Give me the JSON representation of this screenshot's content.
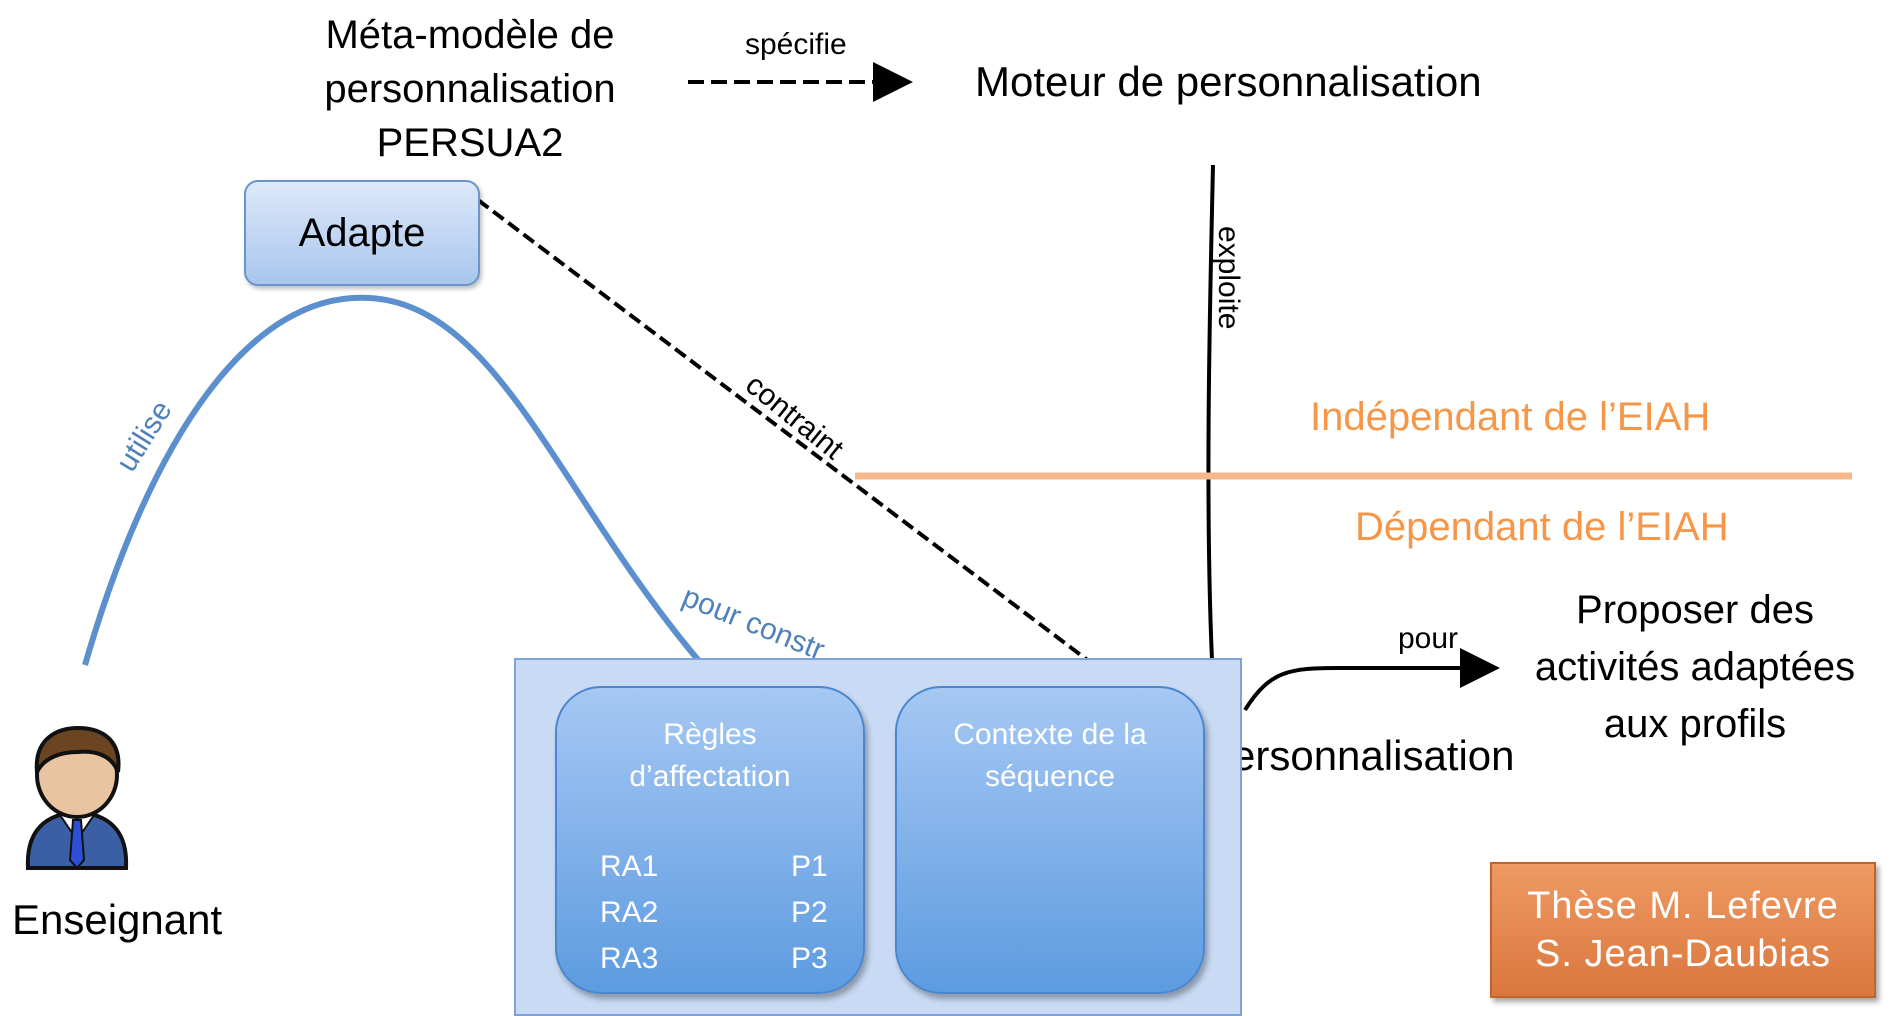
{
  "meta_model": {
    "lines": [
      "Méta-modèle de",
      "personnalisation",
      "PERSUA2"
    ]
  },
  "engine_label": "Moteur de personnalisation",
  "relations": {
    "specifie": "spécifie",
    "exploite": "exploite",
    "contraint": "contraint",
    "utilise": "utilise",
    "pour_construire": "pour constr",
    "pour": "pour"
  },
  "adapte_label": "Adapte",
  "zones": {
    "independent": "Indépendant de l’EIAH",
    "dependent": "Dépendant de l’EIAH"
  },
  "personalisation_tail": "ersonnalisation",
  "goal": {
    "lines": [
      "Proposer des",
      "activités adaptées",
      "aux profils"
    ]
  },
  "teacher_label": "Enseignant",
  "rules_box": {
    "title_lines": [
      "Règles",
      "d’affectation"
    ],
    "left_column": [
      "RA1",
      "RA2",
      "RA3"
    ],
    "right_column": [
      "P1",
      "P2",
      "P3"
    ]
  },
  "context_box": {
    "title_lines": [
      "Contexte de la",
      "séquence"
    ]
  },
  "credit": {
    "lines": [
      "Thèse M. Lefevre",
      "S. Jean-Daubias"
    ]
  },
  "colors": {
    "curve": "#4f81bd",
    "zone_text": "#f79646",
    "zone_line": "#f5b88a",
    "credit_bg": "#e08447"
  }
}
